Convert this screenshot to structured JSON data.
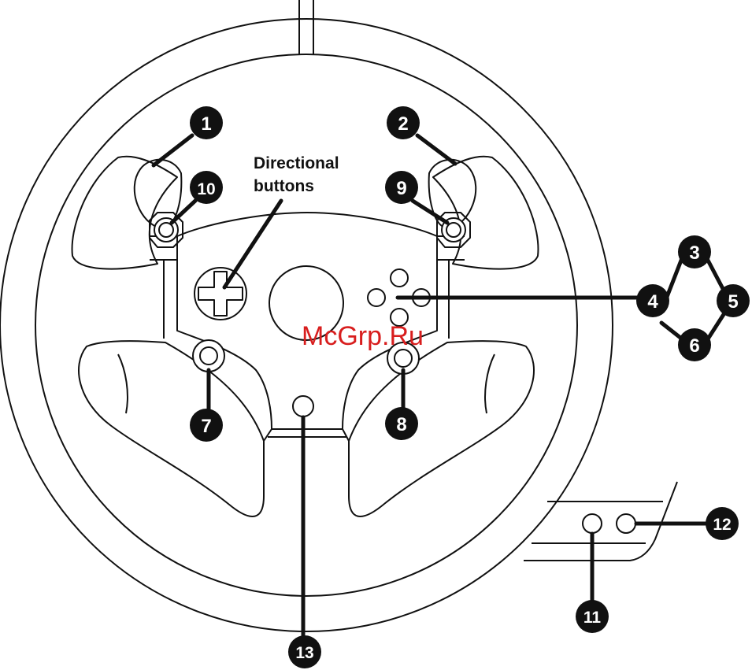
{
  "diagram": {
    "callouts": {
      "c1": "1",
      "c2": "2",
      "c3": "3",
      "c4": "4",
      "c5": "5",
      "c6": "6",
      "c7": "7",
      "c8": "8",
      "c9": "9",
      "c10": "10",
      "c11": "11",
      "c12": "12",
      "c13": "13"
    },
    "directional_label_line1": "Directional",
    "directional_label_line2": "buttons"
  },
  "watermark": "McGrp.Ru",
  "colors": {
    "ink": "#111111",
    "paper": "#ffffff",
    "watermark": "#d81e1e"
  }
}
